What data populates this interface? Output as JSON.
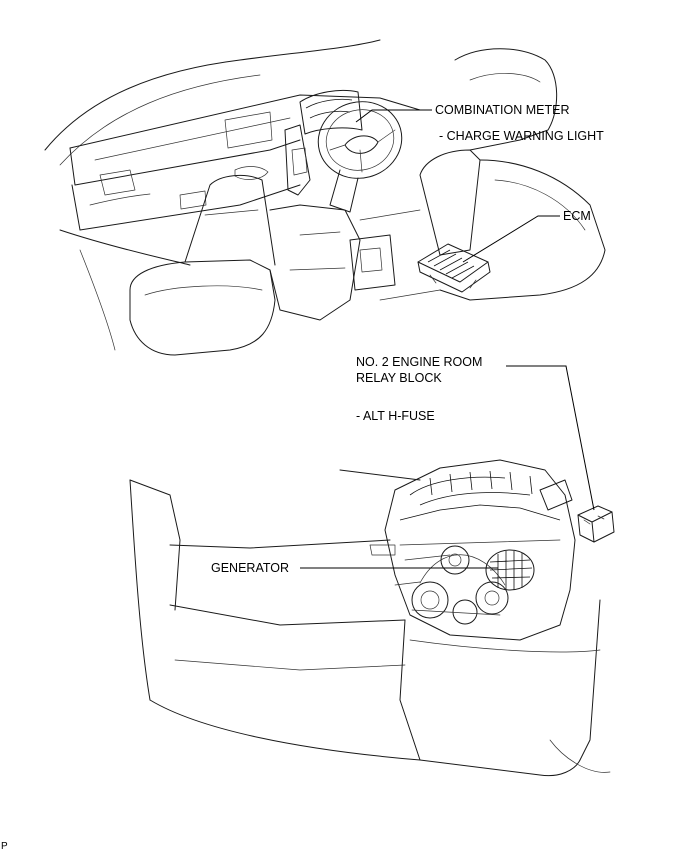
{
  "labels": {
    "combination_meter": "COMBINATION METER",
    "charge_warning_light": "- CHARGE WARNING LIGHT",
    "ecm": "ECM",
    "relay_block_line1": "NO. 2 ENGINE ROOM",
    "relay_block_line2": "RELAY BLOCK",
    "alt_fuse": "- ALT H-FUSE",
    "generator": "GENERATOR",
    "corner_mark": "P"
  }
}
